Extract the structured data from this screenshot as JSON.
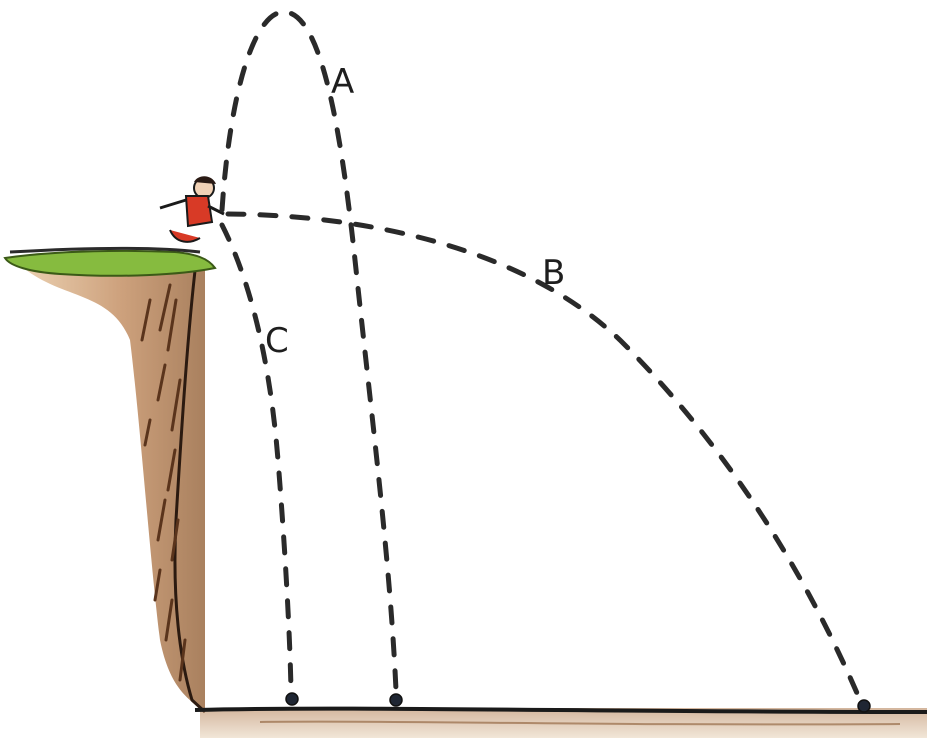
{
  "labels": {
    "a": "A",
    "b": "B",
    "c": "C"
  },
  "colors": {
    "grass": "#7fb53a",
    "cliff": "#b9865a",
    "cliff_shadow": "#7a4e2d",
    "ground": "#b07a4e",
    "person": "#d93a25",
    "line": "#2a2a2a"
  }
}
